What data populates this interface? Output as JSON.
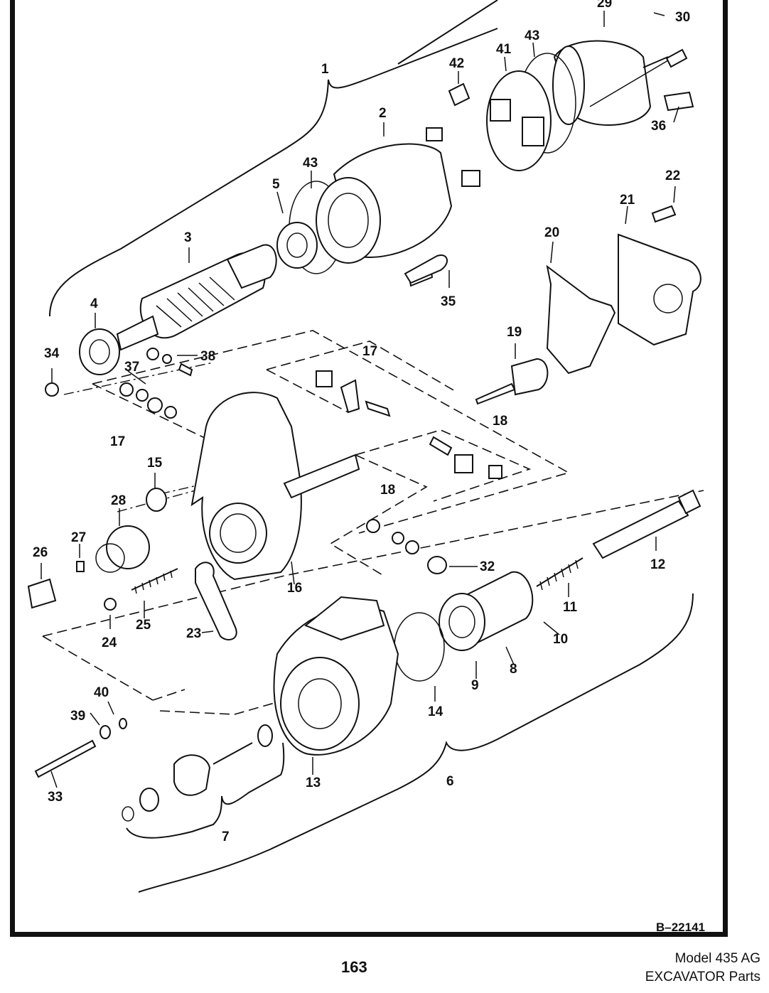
{
  "diagram": {
    "reference_code": "B–22141",
    "part_labels": [
      "1",
      "2",
      "3",
      "4",
      "5",
      "6",
      "7",
      "8",
      "9",
      "10",
      "11",
      "12",
      "13",
      "14",
      "15",
      "16",
      "17",
      "17",
      "18",
      "18",
      "19",
      "20",
      "21",
      "22",
      "23",
      "24",
      "25",
      "26",
      "27",
      "28",
      "29",
      "30",
      "32",
      "33",
      "34",
      "35",
      "36",
      "37",
      "38",
      "39",
      "40",
      "41",
      "42",
      "43",
      "43"
    ]
  },
  "footer": {
    "page_number": "163",
    "model": "Model 435 AG",
    "document": "EXCAVATOR Parts"
  }
}
